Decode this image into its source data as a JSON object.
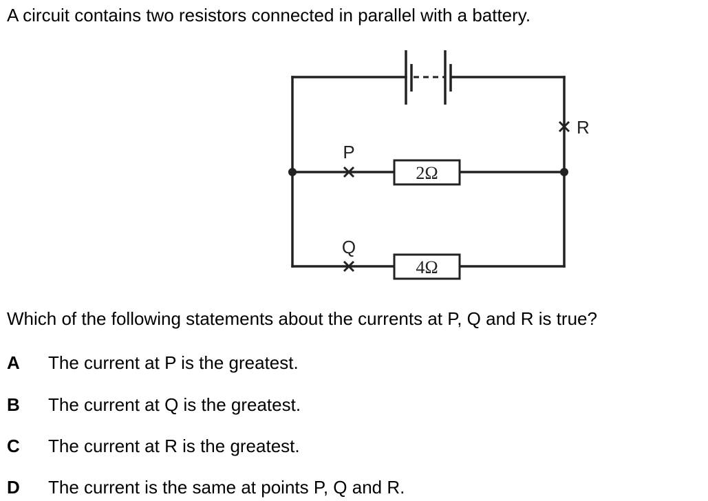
{
  "intro": "A circuit contains two resistors connected in parallel with a battery.",
  "circuit": {
    "battery": "battery-multicell",
    "resistors": [
      {
        "id": "r1",
        "label": "2Ω",
        "value_ohms": 2
      },
      {
        "id": "r2",
        "label": "4Ω",
        "value_ohms": 4
      }
    ],
    "points": {
      "P": "P",
      "Q": "Q",
      "R": "R"
    }
  },
  "question": "Which of the following statements about the currents at P, Q and R is true?",
  "options": [
    {
      "letter": "A",
      "text": "The current at P is the greatest."
    },
    {
      "letter": "B",
      "text": "The current at Q is the greatest."
    },
    {
      "letter": "C",
      "text": "The current at R is the greatest."
    },
    {
      "letter": "D",
      "text": "The current is the same at points P, Q and R."
    }
  ]
}
